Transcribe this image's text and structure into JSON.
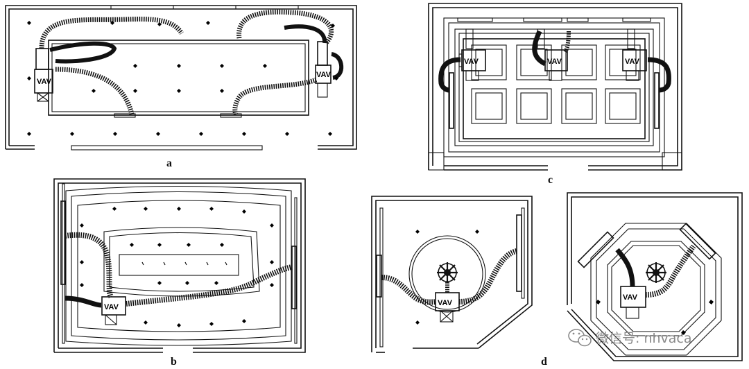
{
  "panels": [
    {
      "id": "a",
      "label": "a"
    },
    {
      "id": "b",
      "label": "b"
    },
    {
      "id": "c",
      "label": "c"
    },
    {
      "id": "d",
      "label": "d"
    }
  ],
  "vav_label": "VAV",
  "watermark": {
    "text": "微信号: nhvaca",
    "icon": "wechat-icon"
  }
}
